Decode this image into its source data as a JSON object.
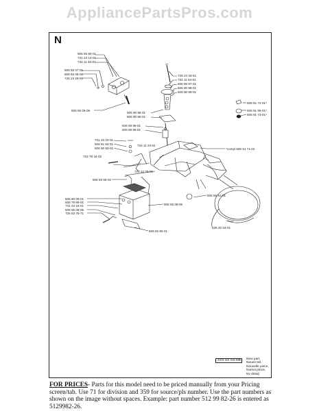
{
  "watermark": "AppliancePartsPros.com",
  "section_letter": "N",
  "labels": [
    {
      "id": "l1",
      "text": "506 55 80-01"
    },
    {
      "id": "l2",
      "text": "731 23 14-01"
    },
    {
      "id": "l3",
      "text": "734 11 46-01"
    },
    {
      "id": "l4",
      "text": "506 55 07-01"
    },
    {
      "id": "l5",
      "text": "506 55 08-01"
    },
    {
      "id": "l6",
      "text": "725 23 29-51"
    },
    {
      "id": "l7",
      "text": "506 55 08-06"
    },
    {
      "id": "l8",
      "text": "725 24 33-51"
    },
    {
      "id": "l9",
      "text": "734 11 64-01"
    },
    {
      "id": "l10",
      "text": "506 90 97-01"
    },
    {
      "id": "l11",
      "text": "506 90 98-01"
    },
    {
      "id": "l12",
      "text": "506 90 99-01"
    },
    {
      "id": "l13",
      "text": "506 90 96-01"
    },
    {
      "id": "l14",
      "text": "506 90 95-01"
    },
    {
      "id": "l15",
      "text": "506 59 96-01"
    },
    {
      "id": "l16",
      "text": "506 59 95-01"
    },
    {
      "id": "l17",
      "text": "506 91 74-01*"
    },
    {
      "id": "l18",
      "text": "506 91 96-01*"
    },
    {
      "id": "l19",
      "text": "506 91 73-01*"
    },
    {
      "id": "l20",
      "text": "731 23 10-01"
    },
    {
      "id": "l21",
      "text": "506 91 64-01"
    },
    {
      "id": "l22",
      "text": "506 90 93-01"
    },
    {
      "id": "l23",
      "text": "734 11 24-01"
    },
    {
      "id": "l24",
      "text": "*compl 506 91 71-02"
    },
    {
      "id": "l25",
      "text": "722 78 44-02"
    },
    {
      "id": "l26",
      "text": "723 12 29-01"
    },
    {
      "id": "l27",
      "text": "506 83 68-02"
    },
    {
      "id": "l28",
      "text": "506 55 91-01"
    },
    {
      "id": "l29",
      "text": "506 80 09-01"
    },
    {
      "id": "l30",
      "text": "506 79 89-01"
    },
    {
      "id": "l31",
      "text": "731 23 16-01"
    },
    {
      "id": "l32",
      "text": "506 55 08-05"
    },
    {
      "id": "l33",
      "text": "725 53 76-71"
    },
    {
      "id": "l34",
      "text": "506 55 08-06"
    },
    {
      "id": "l35",
      "text": "535 40 53-01"
    },
    {
      "id": "l36",
      "text": "506 82 90-01"
    }
  ],
  "legend": {
    "code": "XXX XX XX-XX",
    "mark": "¤",
    "lines": [
      "New part,",
      "Neues teil,",
      "Nouvelle piece,",
      "Nueva pieza,",
      "Nv detalj"
    ]
  },
  "footer": {
    "for_prices": "FOR PRICES",
    "text": "- Parts for this model need to be priced manually from your Pricing screen/tab. Use 71 for division and 359 for source/pls number.  Use the part numbers as shown on the image without spaces. Example: part number 512 99 82-26 is entered as 5129982-26."
  }
}
